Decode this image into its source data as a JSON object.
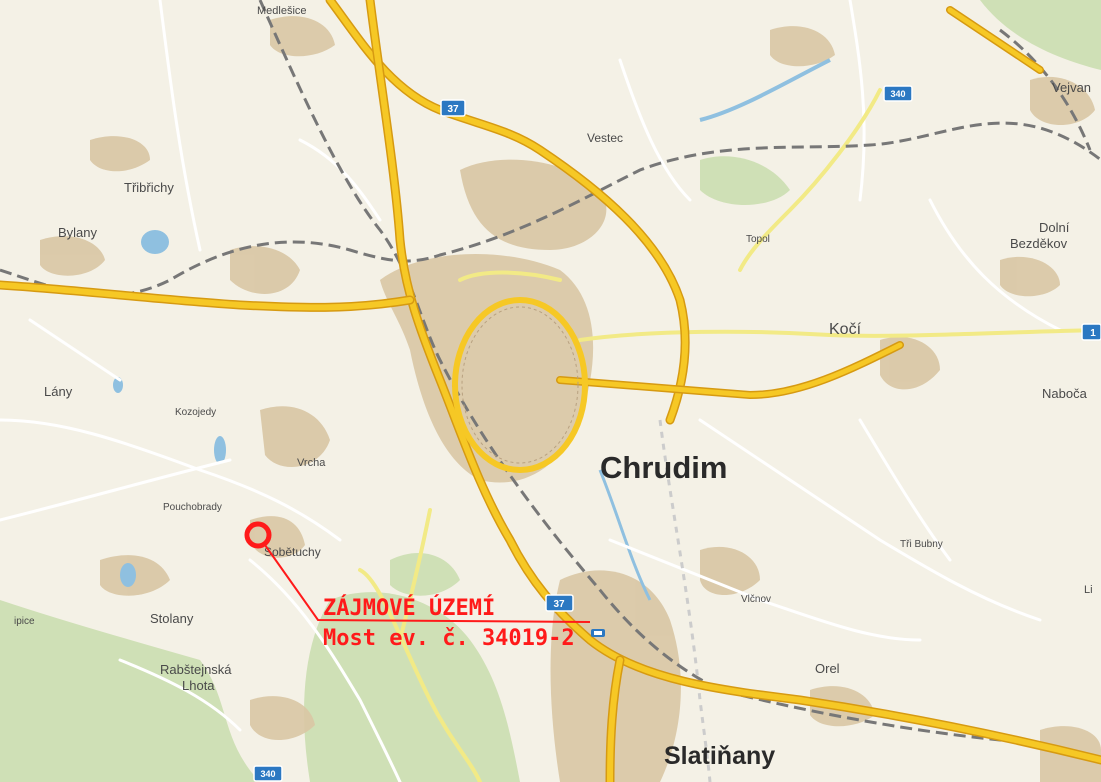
{
  "map": {
    "places": {
      "medlesice": "Medlešice",
      "vestec": "Vestec",
      "tribrichy": "Třibřichy",
      "bylany": "Bylany",
      "lany": "Lány",
      "kozojedy": "Kozojedy",
      "vrcha": "Vrcha",
      "pouchobrady": "Pouchobrady",
      "sobetuchy": "Sobětuchy",
      "stolany": "Stolany",
      "rabstejnska_1": "Rabštejnská",
      "rabstejnska_2": "Lhota",
      "lipice": "ipice",
      "topol": "Topol",
      "dolni_1": "Dolní",
      "dolni_2": "Bezděkov",
      "koci": "Kočí",
      "vejvan": "Vejvan",
      "naboca": "Naboča",
      "tri_bubny": "Tři Bubny",
      "vicnov": "Vlčnov",
      "orel": "Orel",
      "li": "Li"
    },
    "cities": {
      "chrudim": "Chrudim",
      "slatinany": "Slatiňany"
    },
    "road_shields": {
      "r37_top": "37",
      "r37_mid": "37",
      "r340_right": "340",
      "r340_bottom": "340",
      "r1_right": "1"
    },
    "annotation": {
      "line1": "ZÁJMOVÉ ÚZEMÍ",
      "line2": "Most ev. č. 34019-2"
    },
    "colors": {
      "land": "#f4f1e6",
      "urban": "#d9c6a4",
      "forest": "#cfe0b6",
      "water": "#8fc0e0",
      "major_road": "#f6c825",
      "minor_road": "#f2ea86",
      "local_road": "#ffffff",
      "railway": "#777777",
      "shield": "#2b78c2",
      "annotation": "#ff1a1a"
    }
  }
}
